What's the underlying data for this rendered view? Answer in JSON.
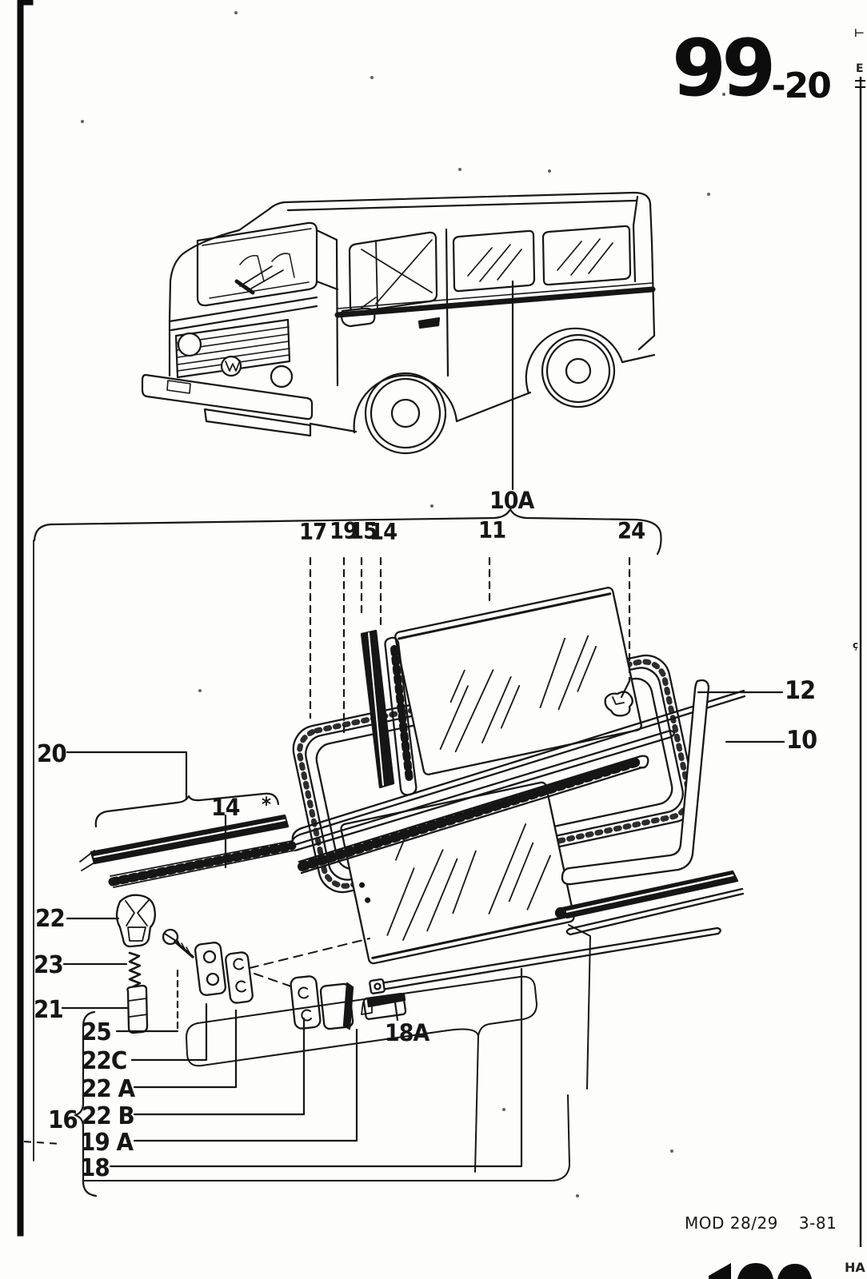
{
  "page": {
    "number_large": "99",
    "number_suffix": "-20",
    "footer_left": "MOD 28/29",
    "footer_right": "3-81",
    "edge_marks": {
      "top1": "⊢",
      "top2": "E",
      "mid": "ç",
      "bottom_right": "HA"
    },
    "ink_color": "#161616",
    "paper_color": "#fdfdfc"
  },
  "diagram": {
    "assembly_group_label": "10A",
    "footnote_marker": "*",
    "callouts": {
      "c10A": "10A",
      "c17": "17",
      "c19": "19",
      "c15": "15",
      "c14_top": "14",
      "c11": "11",
      "c24": "24",
      "c12": "12",
      "c10": "10",
      "c20": "20",
      "c14_left": "14",
      "c22": "22",
      "c23": "23",
      "c21": "21",
      "c25": "25",
      "c22C": "22C",
      "c22A": "22 A",
      "c22B": "22 B",
      "c19A": "19 A",
      "c18": "18",
      "c16": "16",
      "c18A": "18A"
    }
  }
}
